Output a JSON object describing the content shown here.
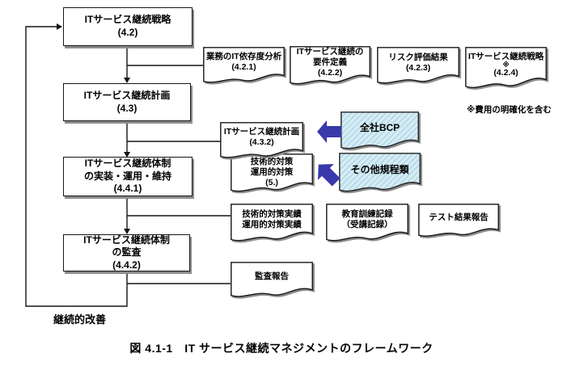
{
  "diagram": {
    "boxes": [
      {
        "lines": [
          "ITサービス継続戦略",
          "(4.2)"
        ]
      },
      {
        "lines": [
          "ITサービス継続計画",
          "(4.3)"
        ]
      },
      {
        "lines": [
          "ITサービス継続体制",
          "の実装・運用・維持",
          "(4.4.1)"
        ]
      },
      {
        "lines": [
          "ITサービス継続体制",
          "の監査",
          "(4.4.2)"
        ]
      }
    ],
    "docs": [
      {
        "lines": [
          "業務のIT依存度分析",
          "(4.2.1)"
        ]
      },
      {
        "lines": [
          "ITサービス継続の",
          "要件定義",
          "(4.2.2)"
        ]
      },
      {
        "lines": [
          "リスク評価結果",
          "(4.2.3)"
        ]
      },
      {
        "lines": [
          "ITサービス継続戦略",
          "※",
          "(4.2.4)"
        ]
      },
      {
        "lines": [
          "ITサービス継続計画",
          "(4.3.2)"
        ]
      },
      {
        "lines": [
          "技術的対策",
          "運用的対策",
          "(5.)"
        ]
      },
      {
        "lines": [
          "技術的対策実績",
          "運用的対策実績"
        ]
      },
      {
        "lines": [
          "教育訓練記録",
          "（受講記録）"
        ]
      },
      {
        "lines": [
          "テスト結果報告"
        ]
      },
      {
        "lines": [
          "監査報告"
        ]
      }
    ],
    "blue_docs": [
      {
        "lines": [
          "全社BCP"
        ]
      },
      {
        "lines": [
          "その他規程類"
        ]
      }
    ],
    "note": "※費用の明確化を含む",
    "loop_label": "継続的改善",
    "caption": "図 4.1-1　IT サービス継続マネジメントのフレームワーク"
  },
  "colors": {
    "line": "#151515",
    "box_border": "#151515",
    "shadow": "#8c8c8c",
    "blue_doc_fill": "#d7edf5",
    "blue_doc_hatch_stripe": "#b3d7e6",
    "block_arrow": "#3939ac",
    "text": "#000000",
    "background": "#ffffff"
  }
}
